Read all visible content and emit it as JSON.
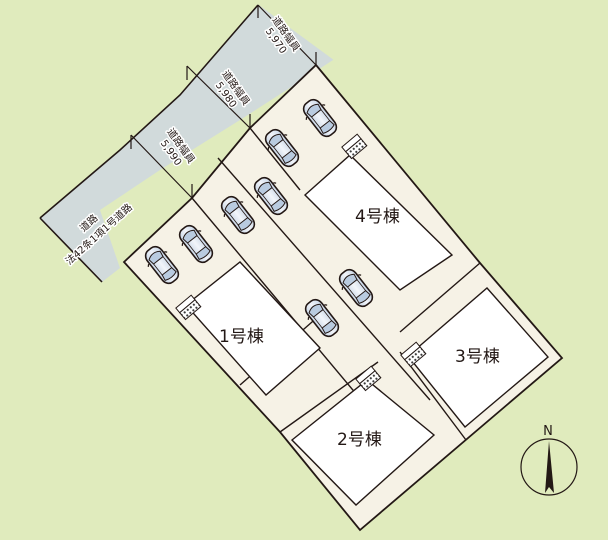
{
  "colors": {
    "background": "#e0ebbd",
    "road": "#d1dadb",
    "site": "#f6f2e6",
    "driveway": "#f7f4ea",
    "building": "#ffffff",
    "line": "#231815"
  },
  "roads": [
    {
      "id": "road-main",
      "label_line1": "道路",
      "label_line2": "法42条1項1号道路"
    },
    {
      "id": "road-width-1",
      "label_line1": "道路幅員",
      "label_line2": "5,990"
    },
    {
      "id": "road-width-2",
      "label_line1": "道路幅員",
      "label_line2": "5,980"
    },
    {
      "id": "road-width-3",
      "label_line1": "道路幅員",
      "label_line2": "5,970"
    }
  ],
  "lots": [
    {
      "id": "lot-1",
      "label": "1号棟"
    },
    {
      "id": "lot-2",
      "label": "2号棟"
    },
    {
      "id": "lot-3",
      "label": "3号棟"
    },
    {
      "id": "lot-4",
      "label": "4号棟"
    }
  ],
  "compass": {
    "label": "N",
    "icon": "north-arrow-icon"
  }
}
